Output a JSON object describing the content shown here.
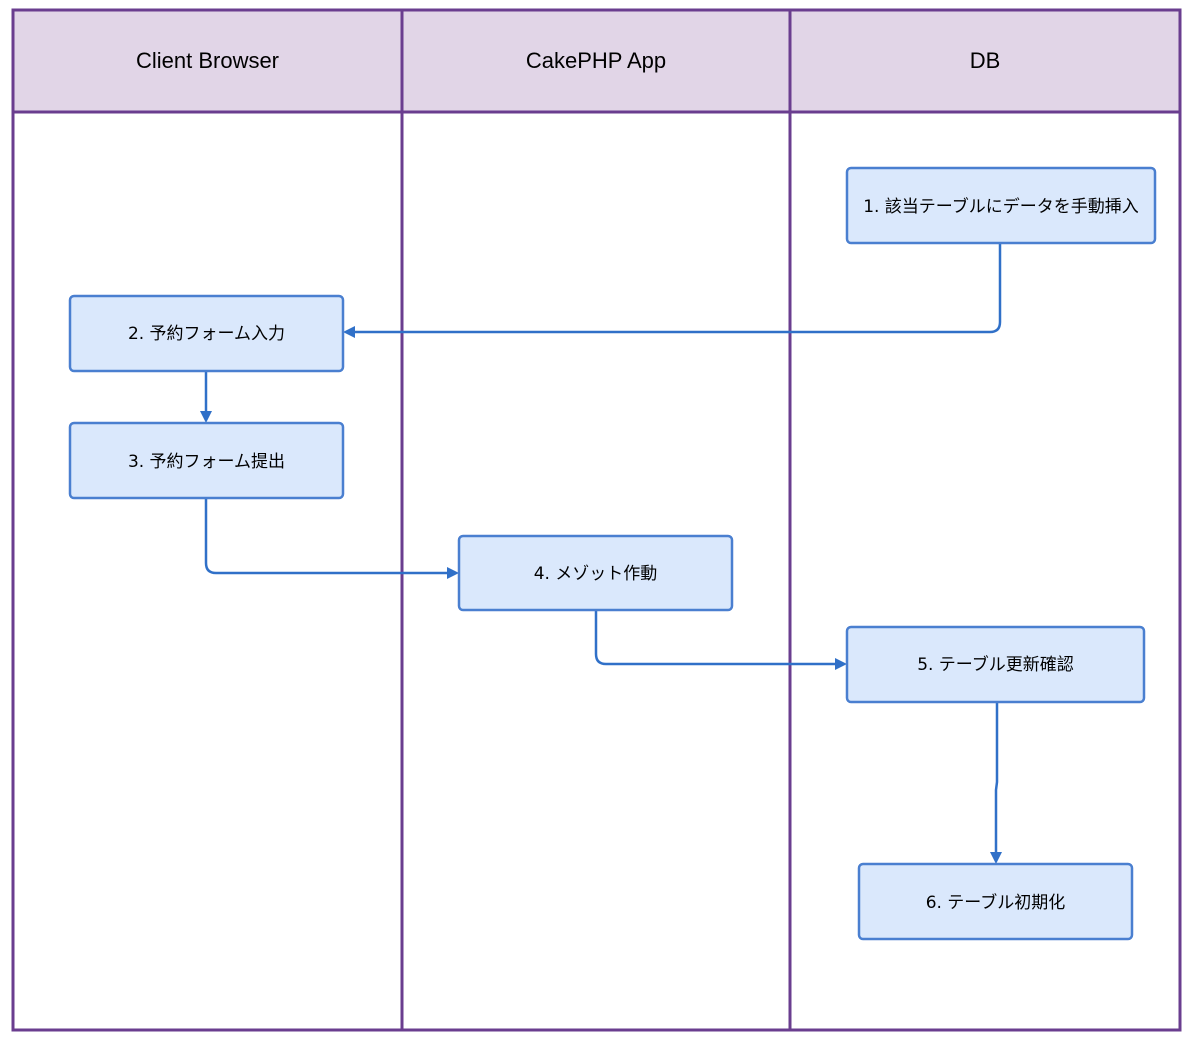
{
  "lanes": [
    {
      "id": "client",
      "title": "Client Browser"
    },
    {
      "id": "app",
      "title": "CakePHP App"
    },
    {
      "id": "db",
      "title": "DB"
    }
  ],
  "steps": [
    {
      "id": "s1",
      "label": "1. 該当テーブルにデータを手動挿入",
      "lane": "db"
    },
    {
      "id": "s2",
      "label": "2. 予約フォーム入力",
      "lane": "client"
    },
    {
      "id": "s3",
      "label": "3. 予約フォーム提出",
      "lane": "client"
    },
    {
      "id": "s4",
      "label": "4. メゾット作動",
      "lane": "app"
    },
    {
      "id": "s5",
      "label": "5. テーブル更新確認",
      "lane": "db"
    },
    {
      "id": "s6",
      "label": "6. テーブル初期化",
      "lane": "db"
    }
  ],
  "connections": [
    {
      "from": "s1",
      "to": "s2"
    },
    {
      "from": "s2",
      "to": "s3"
    },
    {
      "from": "s3",
      "to": "s4"
    },
    {
      "from": "s4",
      "to": "s5"
    },
    {
      "from": "s5",
      "to": "s6"
    }
  ],
  "colors": {
    "lane_border": "#6a3d8f",
    "lane_header_fill": "#e1d5e7",
    "step_fill": "#dae8fc",
    "step_border": "#4a7fd0",
    "connector": "#3070c8"
  }
}
